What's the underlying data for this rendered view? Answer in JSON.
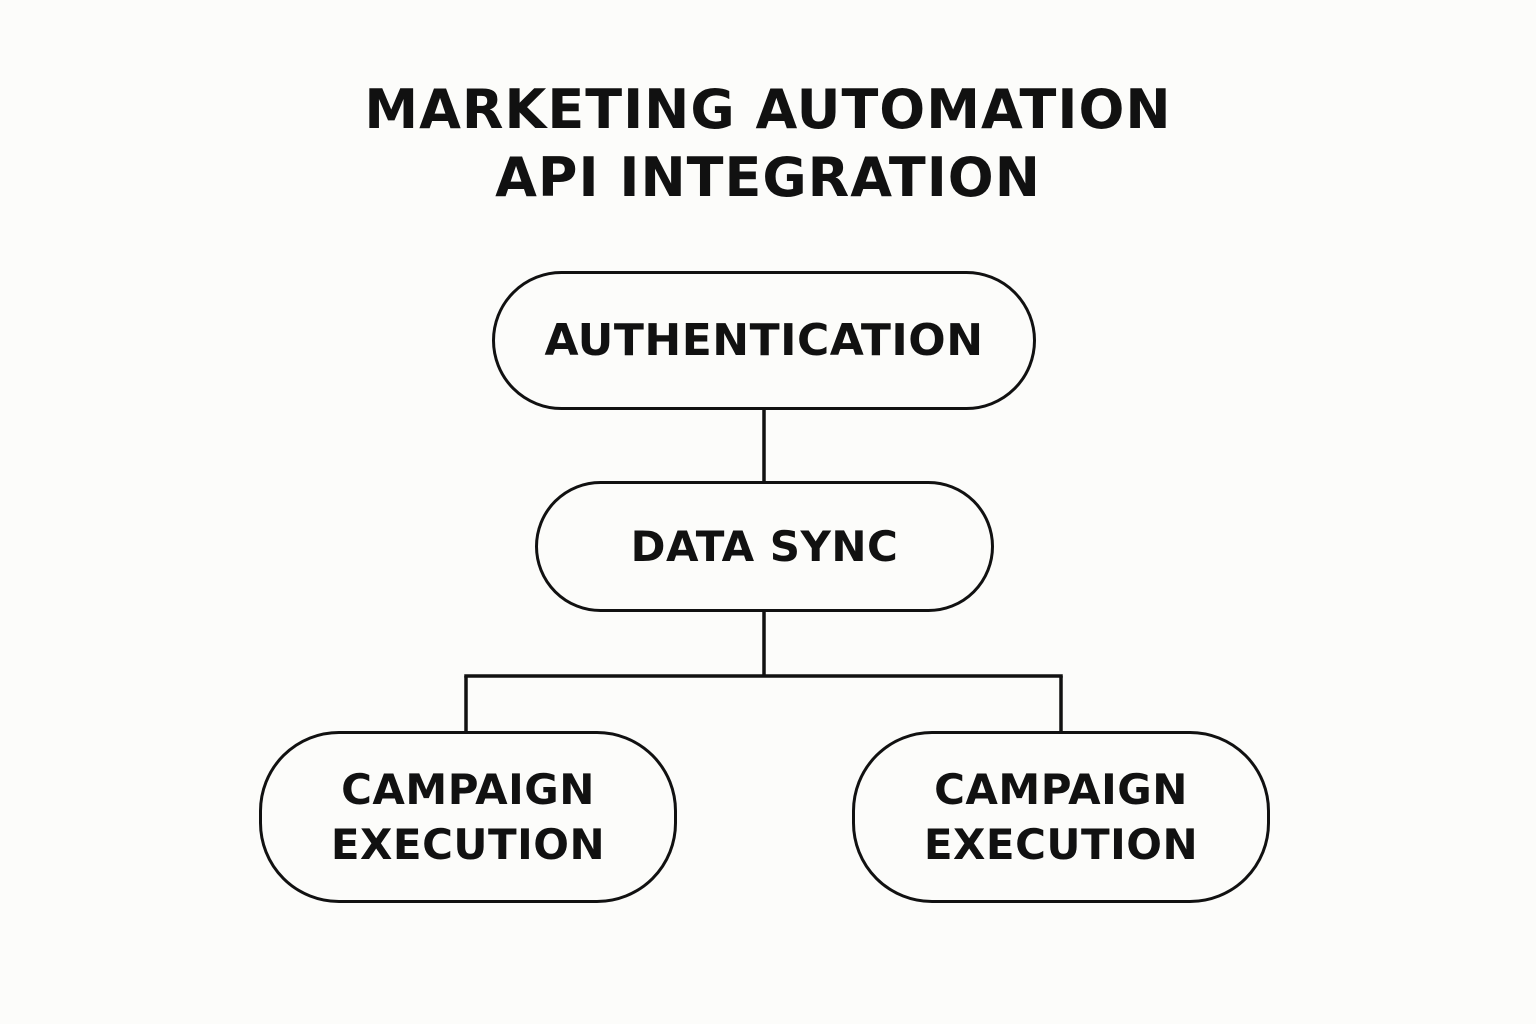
{
  "title": {
    "line1": "MARKETING AUTOMATION",
    "line2": "API INTEGRATION"
  },
  "nodes": {
    "authentication": {
      "label": "AUTHENTICATION"
    },
    "data_sync": {
      "label": "DATA SYNC"
    },
    "campaign_left": {
      "line1": "CAMPAIGN",
      "line2": "EXECUTION"
    },
    "campaign_right": {
      "line1": "CAMPAIGN",
      "line2": "EXECUTION"
    }
  },
  "colors": {
    "background": "#fcfcfa",
    "stroke": "#111111",
    "text": "#111111"
  }
}
